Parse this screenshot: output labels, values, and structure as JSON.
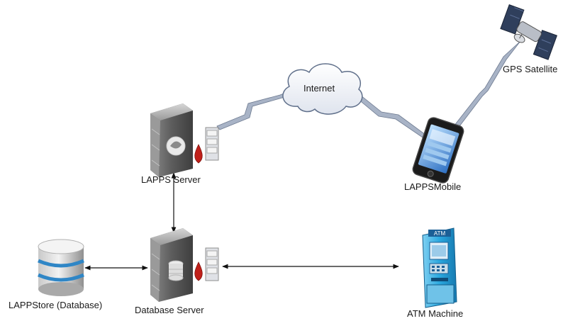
{
  "nodes": {
    "internet": {
      "label": "Internet"
    },
    "gps_satellite": {
      "label": "GPS Satellite"
    },
    "lapps_server": {
      "label": "LAPPS Server"
    },
    "lapps_mobile": {
      "label": "LAPPSMobile"
    },
    "database": {
      "label": "LAPPStore (Database)"
    },
    "database_server": {
      "label": "Database Server"
    },
    "atm_machine": {
      "label": "ATM Machine",
      "screen_text": "ATM"
    }
  },
  "colors": {
    "server_gray": "#6f6f6f",
    "server_red": "#c0201a",
    "link_blue": "#9aa7bb",
    "atm_blue": "#2aa7de",
    "db_blue": "#2f86c6"
  }
}
